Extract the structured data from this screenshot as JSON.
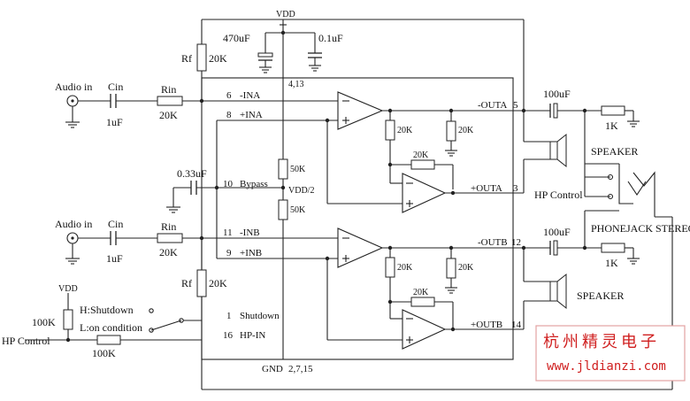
{
  "labels": {
    "vdd_top": "VDD",
    "c470": "470uF",
    "c01": "0.1uF",
    "pin_413": "4,13",
    "rf_top": "Rf",
    "rf_top_val": "20K",
    "audio_in_a": "Audio in",
    "cin_a": "Cin",
    "cin_a_val": "1uF",
    "rin_a": "Rin",
    "rin_a_val": "20K",
    "pin6": "6",
    "ina_neg": "-INA",
    "pin8": "8",
    "ina_pos": "+INA",
    "outa_neg": "-OUTA",
    "pin5": "5",
    "outa_pos": "+OUTA",
    "pin3": "3",
    "r20k_a1": "20K",
    "r20k_a2": "20K",
    "r20k_a3": "20K",
    "c033": "0.33uF",
    "pin10": "10",
    "bypass": "Bypass",
    "r50k_1": "50K",
    "vdd2": "VDD/2",
    "r50k_2": "50K",
    "audio_in_b": "Audio in",
    "cin_b": "Cin",
    "cin_b_val": "1uF",
    "rin_b": "Rin",
    "rin_b_val": "20K",
    "pin11": "11",
    "inb_neg": "-INB",
    "pin9": "9",
    "inb_pos": "+INB",
    "outb_neg": "-OUTB",
    "pin12": "12",
    "outb_pos": "+OUTB",
    "pin14": "14",
    "r20k_b1": "20K",
    "r20k_b2": "20K",
    "r20k_b3": "20K",
    "rf_bot": "Rf",
    "rf_bot_val": "20K",
    "vdd_bot": "VDD",
    "h_shutdown": "H:Shutdown",
    "l_on": "L:on condition",
    "pin1": "1",
    "shutdown": "Shutdown",
    "pin16": "16",
    "hp_in": "HP-IN",
    "r100k_v": "100K",
    "hp_control_left": "HP Control",
    "r100k_h": "100K",
    "gnd": "GND",
    "gnd_pins": "2,7,15",
    "c100_a": "100uF",
    "r1k_a": "1K",
    "speaker_a": "SPEAKER",
    "hp_control_right": "HP Control",
    "phonejack": "PHONEJACK STEREO",
    "c100_b": "100uF",
    "r1k_b": "1K",
    "speaker_b": "SPEAKER"
  },
  "watermark": {
    "line1": "杭州精灵电子",
    "line2": "www.jldianzi.com"
  },
  "colors": {
    "line": "#222222",
    "watermark": "#d02020"
  }
}
